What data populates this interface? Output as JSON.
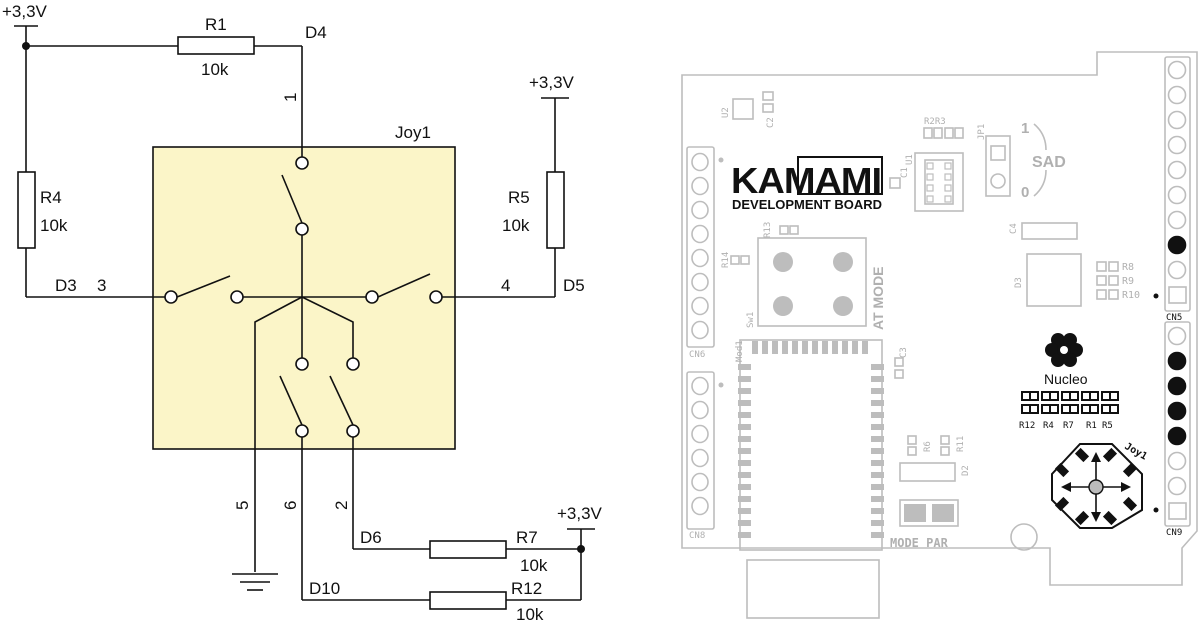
{
  "schematic": {
    "supply_top": "+3,3V",
    "supply_right": "+3,3V",
    "supply_bottom": "+3,3V",
    "r1": {
      "ref": "R1",
      "value": "10k"
    },
    "r4": {
      "ref": "R4",
      "value": "10k"
    },
    "r5": {
      "ref": "R5",
      "value": "10k"
    },
    "r7": {
      "ref": "R7",
      "value": "10k"
    },
    "r12": {
      "ref": "R12",
      "value": "10k"
    },
    "joystick_label": "Joy1",
    "nets": {
      "d4": "D4",
      "d3": "D3",
      "d5": "D5",
      "d6": "D6",
      "d10": "D10"
    },
    "pins": {
      "p1": "1",
      "p2": "2",
      "p3": "3",
      "p4": "4",
      "p5": "5",
      "p6": "6"
    }
  },
  "board": {
    "brand": "KAMAMI",
    "subtitle": "DEVELOPMENT BOARD",
    "logo_label": "Nucleo",
    "connectors": {
      "cn5": "CN5",
      "cn6": "CN6",
      "cn8": "CN8",
      "cn9": "CN9"
    },
    "parts": {
      "u2": "U2",
      "c2": "C2",
      "r2r3": "R2R3",
      "jp1": "JP1",
      "u1": "U1",
      "c1": "C1",
      "sad": "SAD",
      "jp_1": "1",
      "jp_0": "0",
      "c4": "C4",
      "d3": "D3",
      "r8": "R8",
      "r9": "R9",
      "r10": "R10",
      "r13": "R13",
      "r14": "R14",
      "at_mode": "AT MODE",
      "sw1": "Sw1",
      "mod1": "Mod1",
      "c3": "C3",
      "r6": "R6",
      "r11": "R11",
      "d2": "D2",
      "mode_par": "MODE PAR",
      "joy1": "Joy1"
    },
    "res_labels": [
      "R12",
      "R4",
      "R7",
      "R1",
      "R5"
    ],
    "colors": {
      "outline": "#bdbdbd",
      "dark": "#111111"
    }
  }
}
